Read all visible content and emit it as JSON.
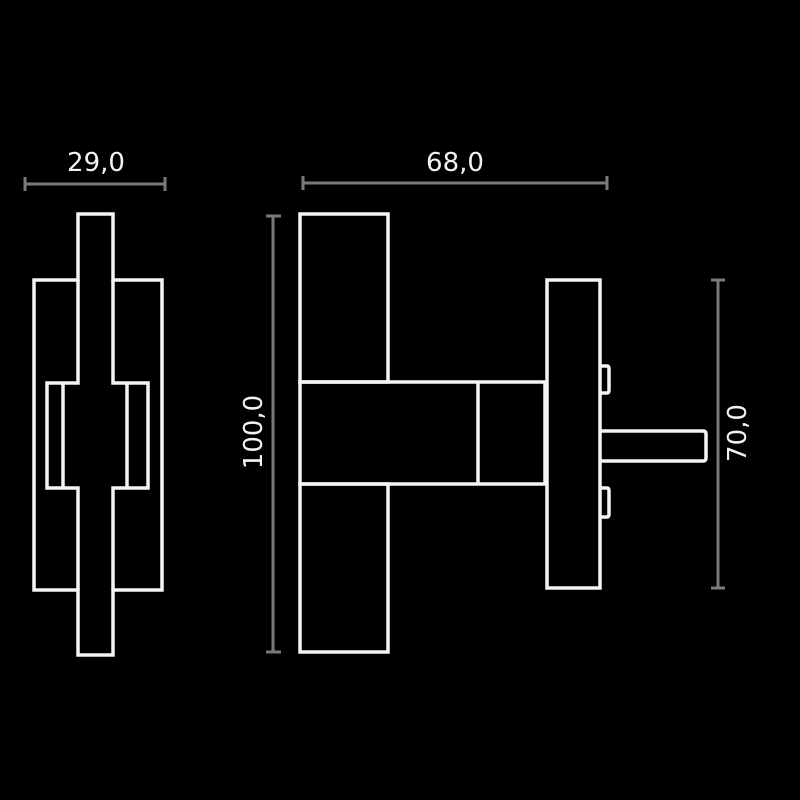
{
  "drawing": {
    "background": "#000000",
    "line_color": "#f4f4f4",
    "dimension_color": "#7a7a7a"
  },
  "dimensions": {
    "side_width": "29,0",
    "front_depth": "68,0",
    "lever_height": "100,0",
    "rose_height": "70,0"
  },
  "views": [
    {
      "name": "side-view",
      "description": "Handle side view with center bar and backplate"
    },
    {
      "name": "front-view",
      "description": "T-handle profile with rose and spindle"
    }
  ]
}
